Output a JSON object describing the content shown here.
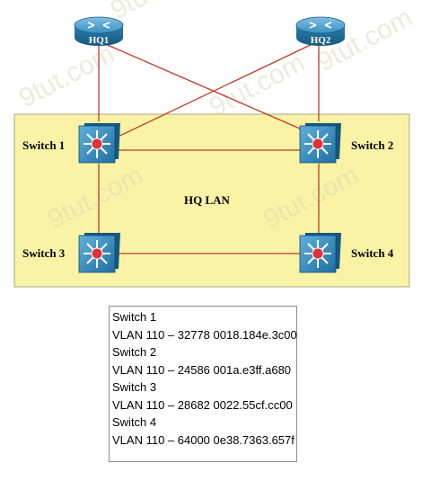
{
  "diagram": {
    "lan_label": "HQ LAN",
    "routers": [
      {
        "id": "hq1",
        "label": "HQ1"
      },
      {
        "id": "hq2",
        "label": "HQ2"
      }
    ],
    "switches": [
      {
        "id": "sw1",
        "label": "Switch 1"
      },
      {
        "id": "sw2",
        "label": "Switch 2"
      },
      {
        "id": "sw3",
        "label": "Switch 3"
      },
      {
        "id": "sw4",
        "label": "Switch 4"
      }
    ],
    "links": [
      [
        "hq1",
        "sw1"
      ],
      [
        "hq1",
        "sw2"
      ],
      [
        "hq2",
        "sw1"
      ],
      [
        "hq2",
        "sw2"
      ],
      [
        "sw1",
        "sw2"
      ],
      [
        "sw1",
        "sw3"
      ],
      [
        "sw2",
        "sw4"
      ],
      [
        "sw3",
        "sw4"
      ]
    ],
    "watermark": "9tut.com",
    "colors": {
      "lan_fill": "#faf3a6",
      "lan_border": "#a9a48a",
      "link": "#c0392b",
      "router_body": "#2f86b8",
      "switch_body": "#2f8bc0",
      "switch_core": "#e0303a"
    }
  },
  "info_box": {
    "lines": [
      "Switch 1",
      "VLAN 110 – 32778 0018.184e.3c00",
      "Switch 2",
      "VLAN 110 – 24586 001a.e3ff.a680",
      "Switch 3",
      "VLAN 110 – 28682 0022.55cf.cc00",
      "Switch 4",
      "VLAN 110 – 64000 0e38.7363.657f"
    ]
  }
}
